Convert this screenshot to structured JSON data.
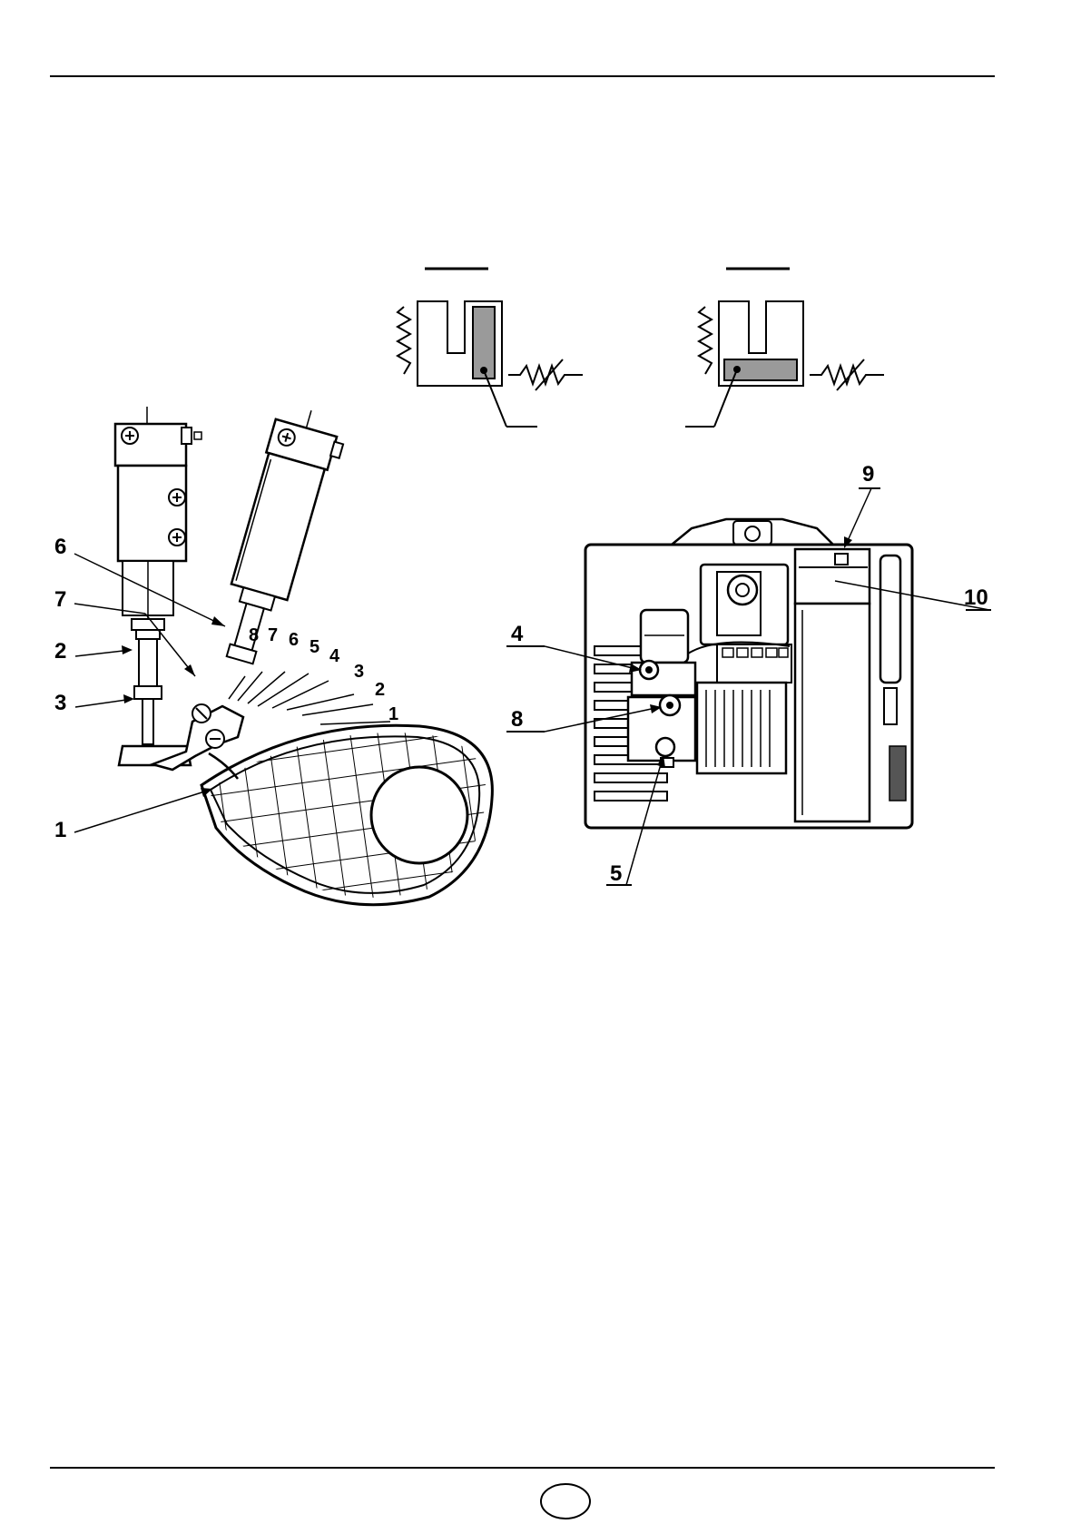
{
  "colors": {
    "ink": "#000000",
    "paper": "#ffffff",
    "fill": "#9a9a9a"
  },
  "left_figure": {
    "callouts": [
      "6",
      "7",
      "2",
      "3",
      "1"
    ],
    "scale": [
      "8",
      "7",
      "6",
      "5",
      "4",
      "3",
      "2",
      "1"
    ]
  },
  "switch_diagrams": {
    "icons": [
      "resistor-left-icon",
      "switch-body-icon",
      "heater-resistor-icon"
    ]
  },
  "right_figure": {
    "callouts": [
      "9",
      "10",
      "4",
      "8",
      "5"
    ]
  },
  "footer": {
    "page_badge": ""
  }
}
